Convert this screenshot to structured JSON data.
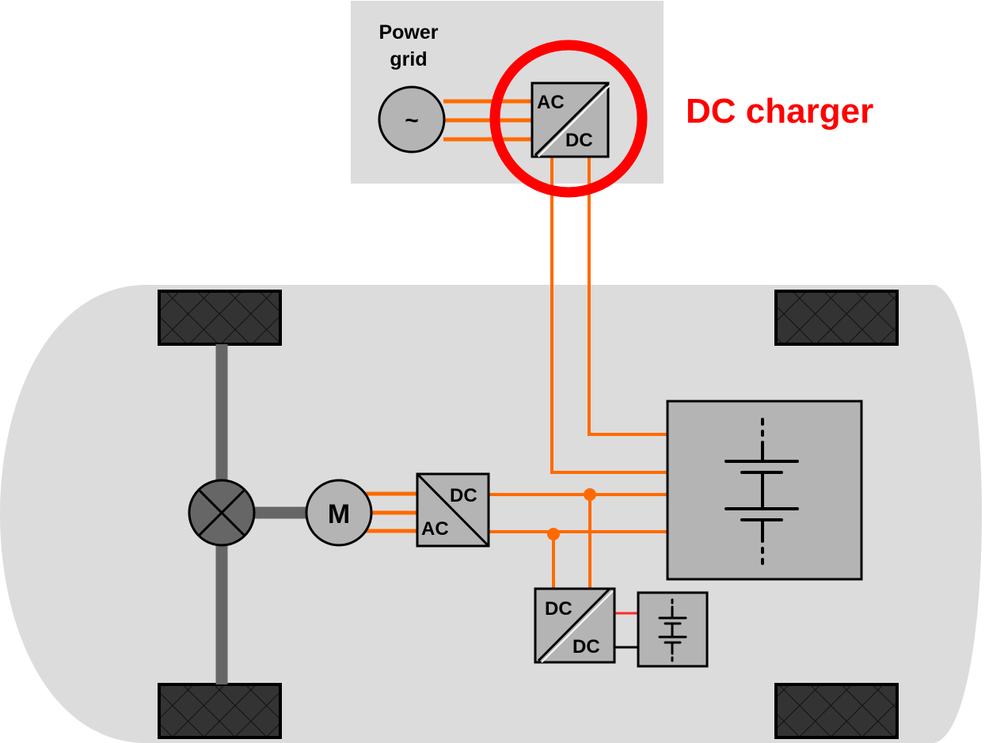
{
  "title": "EV powertrain with DC charger",
  "colors": {
    "background": "#ffffff",
    "panel": "#dcdcdc",
    "component": "#b4b4b4",
    "wire": "#ff6a00",
    "highlight": "#ff0000",
    "shaft": "#666666",
    "tire": "#333333",
    "aux_wire_positive": "#ff2a2a",
    "aux_wire_negative": "#000000"
  },
  "power_grid": {
    "label_line1": "Power",
    "label_line2": "grid",
    "source_symbol": "~"
  },
  "charger": {
    "input_label": "AC",
    "output_label": "DC",
    "callout_label": "DC charger"
  },
  "motor": {
    "label": "M"
  },
  "inverter": {
    "dc_label": "DC",
    "ac_label": "AC"
  },
  "dcdc_converter": {
    "input_label": "DC",
    "output_label": "DC"
  },
  "components": {
    "traction_battery": "traction battery",
    "aux_battery": "auxiliary battery",
    "differential": "differential",
    "wheels": [
      "front-left",
      "rear-left",
      "front-right",
      "rear-right"
    ]
  }
}
